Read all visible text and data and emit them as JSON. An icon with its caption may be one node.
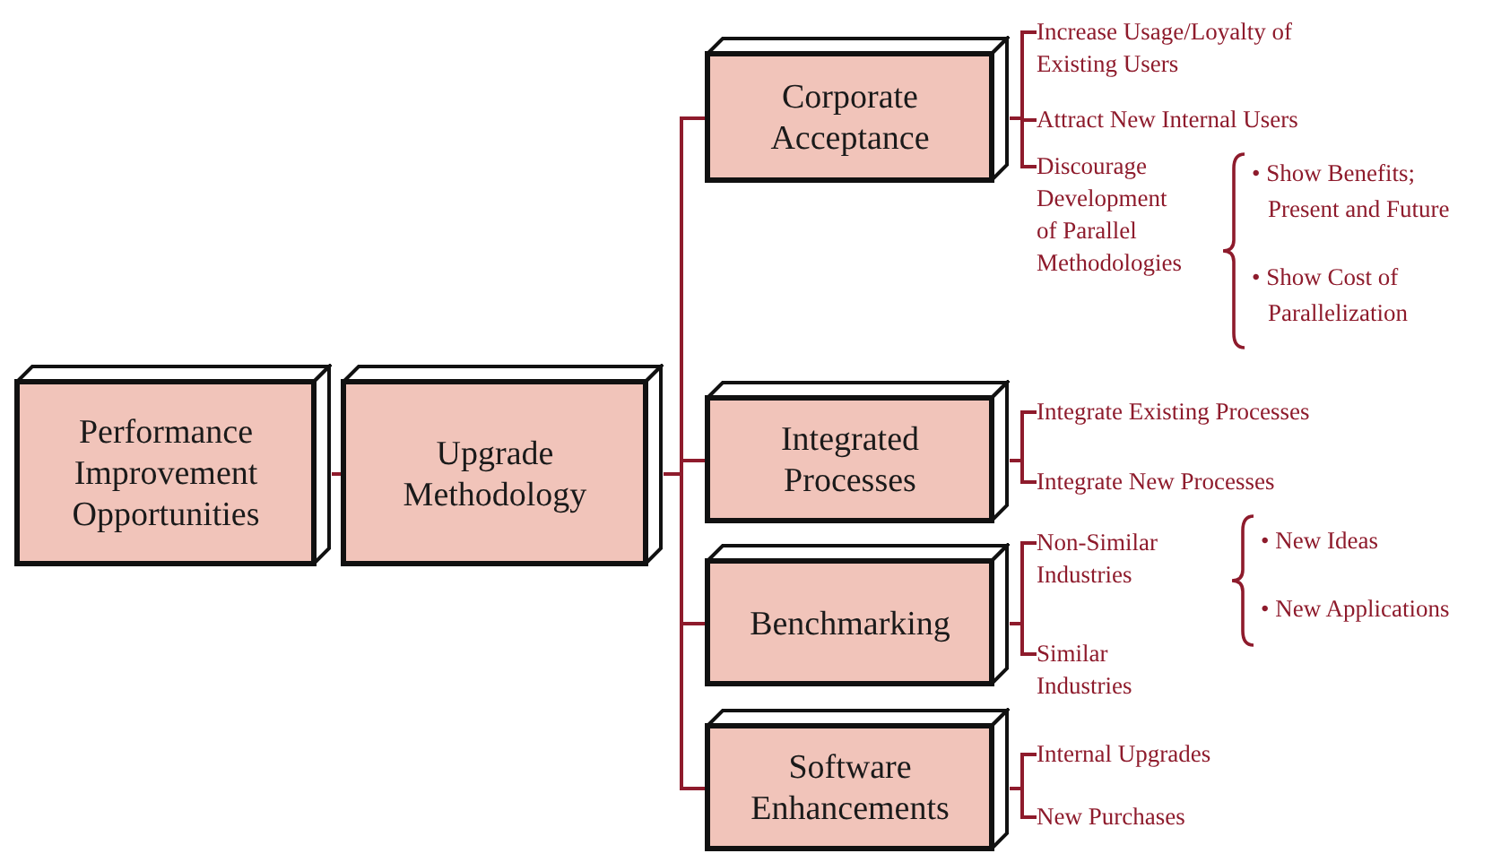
{
  "diagram": {
    "nodes": [
      {
        "text": [
          "Performance Improvement Opportunities"
        ]
      },
      {
        "text": [
          "Upgrade Methodology"
        ]
      },
      {
        "text": [
          "Corporate Acceptance"
        ]
      },
      {
        "text": [
          "Increase Usage/Loyalty of Existing Users"
        ]
      },
      {
        "text": [
          "Attract New Internal Users"
        ]
      },
      {
        "text": [
          "Discourage Development of Parallel Methodologies"
        ]
      },
      {
        "text": [
          "Integrated Processes"
        ]
      },
      {
        "text": [
          "Integrate Existing Processes"
        ]
      },
      {
        "text": [
          "Integrate New Processes"
        ]
      },
      {
        "text": [
          "Benchmarking"
        ]
      },
      {
        "text": [
          "Non-Similar Industries"
        ]
      },
      {
        "text": [
          "Similar Industries"
        ]
      },
      {
        "text": [
          "Software Enhancements"
        ]
      },
      {
        "text": [
          "Internal Upgrades"
        ]
      },
      {
        "text": [
          "New Purchases"
        ]
      }
    ],
    "edges": [
      {
        "from": 0,
        "to": 1,
        "arrow": "none"
      },
      {
        "from": 1,
        "to": 2,
        "arrow": "none"
      },
      {
        "from": 1,
        "to": 6,
        "arrow": "none"
      },
      {
        "from": 1,
        "to": 9,
        "arrow": "none"
      },
      {
        "from": 1,
        "to": 12,
        "arrow": "none"
      },
      {
        "from": 2,
        "to": 3,
        "arrow": "none"
      },
      {
        "from": 2,
        "to": 4,
        "arrow": "none"
      },
      {
        "from": 2,
        "to": 5,
        "arrow": "none"
      },
      {
        "from": 6,
        "to": 7,
        "arrow": "none"
      },
      {
        "from": 6,
        "to": 8,
        "arrow": "none"
      },
      {
        "from": 9,
        "to": 10,
        "arrow": "none"
      },
      {
        "from": 9,
        "to": 11,
        "arrow": "none"
      },
      {
        "from": 12,
        "to": 13,
        "arrow": "none"
      },
      {
        "from": 12,
        "to": 14,
        "arrow": "none"
      }
    ],
    "labels": [
      "• Show Benefits; Present and Future",
      "• Show Cost of Parallelization",
      "• New Ideas",
      "• New Applications"
    ]
  }
}
